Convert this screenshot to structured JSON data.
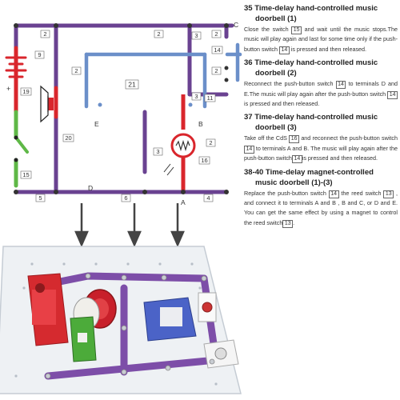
{
  "schematic": {
    "terminals": {
      "c": "C",
      "e": "E",
      "d": "D",
      "b": "B",
      "a": "A"
    },
    "battery_plus": "+",
    "component_numbers": {
      "n2": "2",
      "n3": "3",
      "n4": "4",
      "n5": "5",
      "n6": "6",
      "n9": "9",
      "n11": "11",
      "n14": "14",
      "n15": "15",
      "n16": "16",
      "n19": "19",
      "n20": "20",
      "n21": "21"
    },
    "colors": {
      "purple": "#6a4291",
      "blue": "#6b8fc9",
      "red": "#d9262c",
      "green": "#5fb847",
      "black": "#222222"
    }
  },
  "instructions": [
    {
      "title": "35 Time-delay hand-controlled music",
      "title2": "doorbell (1)",
      "parts": [
        "Close the switch ",
        "15",
        " and wait until the music stops.The music will play again and last for some time only if the push-button switch ",
        "14",
        " is pressed and then released."
      ]
    },
    {
      "title": "36 Time-delay hand-controlled music",
      "title2": "doorbell (2)",
      "parts": [
        "Reconnect the push-button switch ",
        "14",
        " to terminals D and E.The music will play again after the push-button switch ",
        "14",
        " is pressed and then released."
      ]
    },
    {
      "title": "37 Time-delay hand-controlled music",
      "title2": "doorbell (3)",
      "parts": [
        "Take off the CdS ",
        "16",
        " and reconnect the push-button switch ",
        "14",
        " to terminals A and B. The music will play again after the push-button switch",
        "14",
        "is pressed and then released."
      ]
    },
    {
      "title": "38-40 Time-delay magnet-controlled",
      "title2": "music doorbell (1)-(3)",
      "parts": [
        "Replace the push-button switch ",
        "14",
        " the reed switch ",
        "13",
        " , and connect it to terminals A and B , B and C, or D and E. You can get the same effect by using a magnet to control the reed switch",
        "13",
        "."
      ]
    }
  ]
}
